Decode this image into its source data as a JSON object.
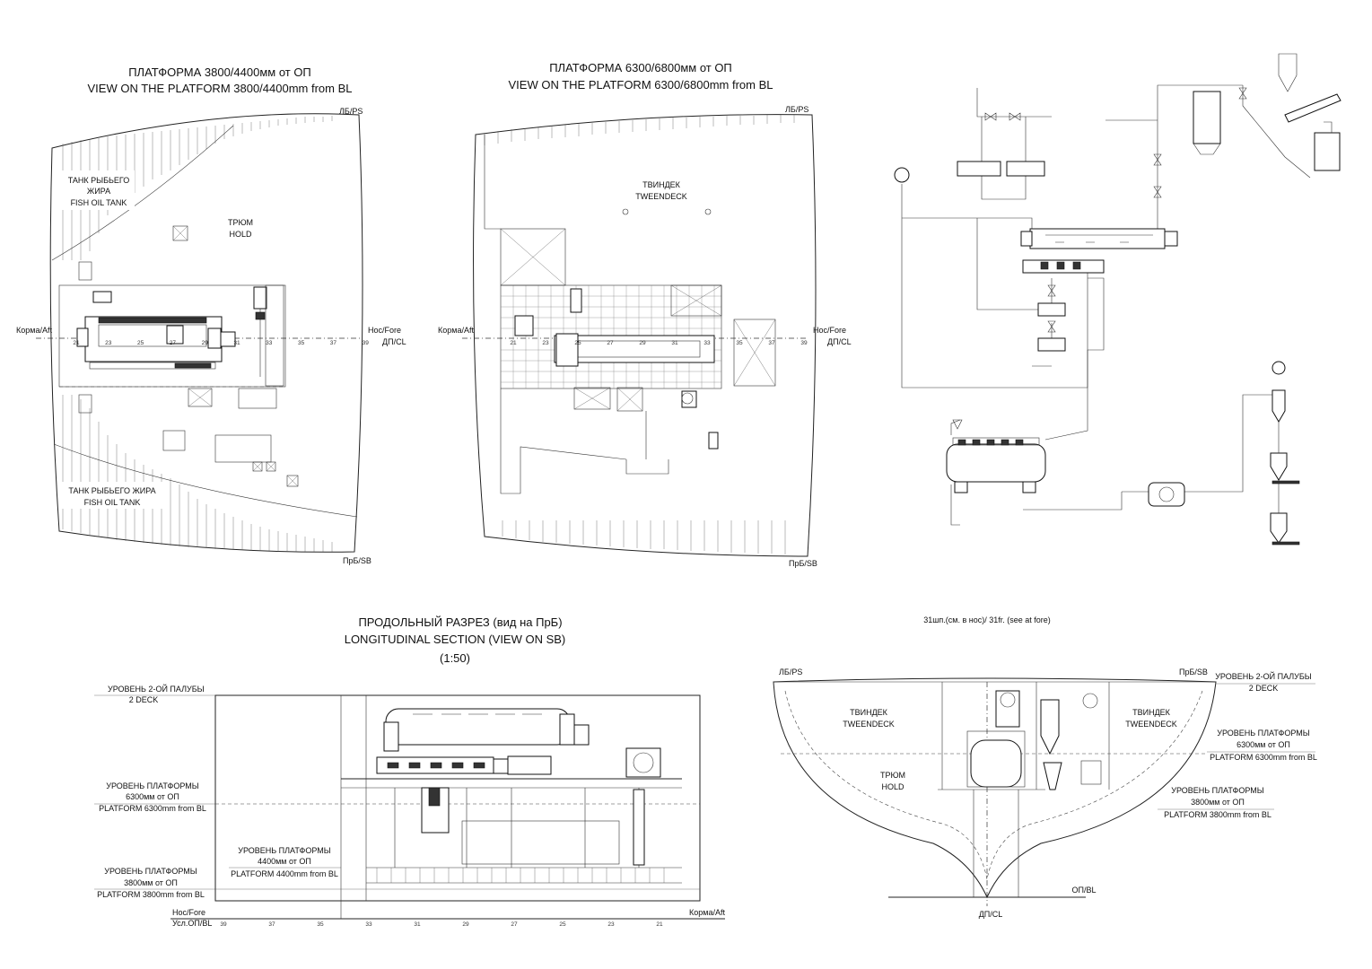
{
  "plan1": {
    "title_ru": "ПЛАТФОРМА 3800/4400мм от ОП",
    "title_en": "VIEW ON THE PLATFORM 3800/4400mm from BL",
    "ps": "ЛБ/PS",
    "sb": "ПрБ/SB",
    "aft": "Корма/Aft",
    "fore": "Нос/Fore",
    "cl": "ДП/CL",
    "tank_top": [
      "ТАНК РЫБЬЕГО",
      "ЖИРА",
      "FISH OIL TANK"
    ],
    "tank_bottom": [
      "ТАНК РЫБЬЕГО ЖИРА",
      "FISH OIL TANK"
    ],
    "hold": [
      "ТРЮМ",
      "HOLD"
    ],
    "frames": [
      "21",
      "23",
      "25",
      "27",
      "29",
      "31",
      "33",
      "35",
      "37",
      "39"
    ]
  },
  "plan2": {
    "title_ru": "ПЛАТФОРМА 6300/6800мм от ОП",
    "title_en": "VIEW ON THE PLATFORM 6300/6800mm from BL",
    "ps": "ЛБ/PS",
    "sb": "ПрБ/SB",
    "aft": "Корма/Aft",
    "fore": "Нос/Fore",
    "cl": "ДП/CL",
    "tweendeck": [
      "ТВИНДЕК",
      "TWEENDECK"
    ],
    "frames": [
      "21",
      "23",
      "25",
      "27",
      "29",
      "31",
      "33",
      "35",
      "37",
      "39"
    ]
  },
  "section": {
    "title_ru": "ПРОДОЛЬНЫЙ РАЗРЕЗ (вид на ПрБ)",
    "title_en": "LONGITUDINAL SECTION (VIEW ON SB)",
    "scale": "(1:50)",
    "deck2": [
      "УРОВЕНЬ 2-ОЙ ПАЛУБЫ",
      "2 DECK"
    ],
    "plat6300": [
      "УРОВЕНЬ ПЛАТФОРМЫ",
      "6300мм от ОП",
      "PLATFORM 6300mm from BL"
    ],
    "plat4400": [
      "УРОВЕНЬ ПЛАТФОРМЫ",
      "4400мм от ОП",
      "PLATFORM 4400mm from BL"
    ],
    "plat3800": [
      "УРОВЕНЬ ПЛАТФОРМЫ",
      "3800мм от ОП",
      "PLATFORM 3800mm from BL"
    ],
    "fore": "Нос/Fore",
    "bl": "Усл.ОП/BL",
    "aft": "Корма/Aft",
    "frames": [
      "39",
      "37",
      "35",
      "33",
      "31",
      "29",
      "27",
      "25",
      "23",
      "21"
    ]
  },
  "cross": {
    "title": "31шп.(см. в нос)/ 31fr. (see at fore)",
    "ps": "ЛБ/PS",
    "sb": "ПрБ/SB",
    "tweendeck_left": [
      "ТВИНДЕК",
      "TWEENDECK"
    ],
    "tweendeck_right": [
      "ТВИНДЕК",
      "TWEENDECK"
    ],
    "hold": [
      "ТРЮМ",
      "HOLD"
    ],
    "deck2": [
      "УРОВЕНЬ 2-ОЙ ПАЛУБЫ",
      "2 DECK"
    ],
    "plat6300": [
      "УРОВЕНЬ ПЛАТФОРМЫ",
      "6300мм от ОП",
      "PLATFORM 6300mm from BL"
    ],
    "plat3800": [
      "УРОВЕНЬ ПЛАТФОРМЫ",
      "3800мм от ОП",
      "PLATFORM 3800mm from BL"
    ],
    "bl": "ОП/BL",
    "cl": "ДП/CL"
  }
}
